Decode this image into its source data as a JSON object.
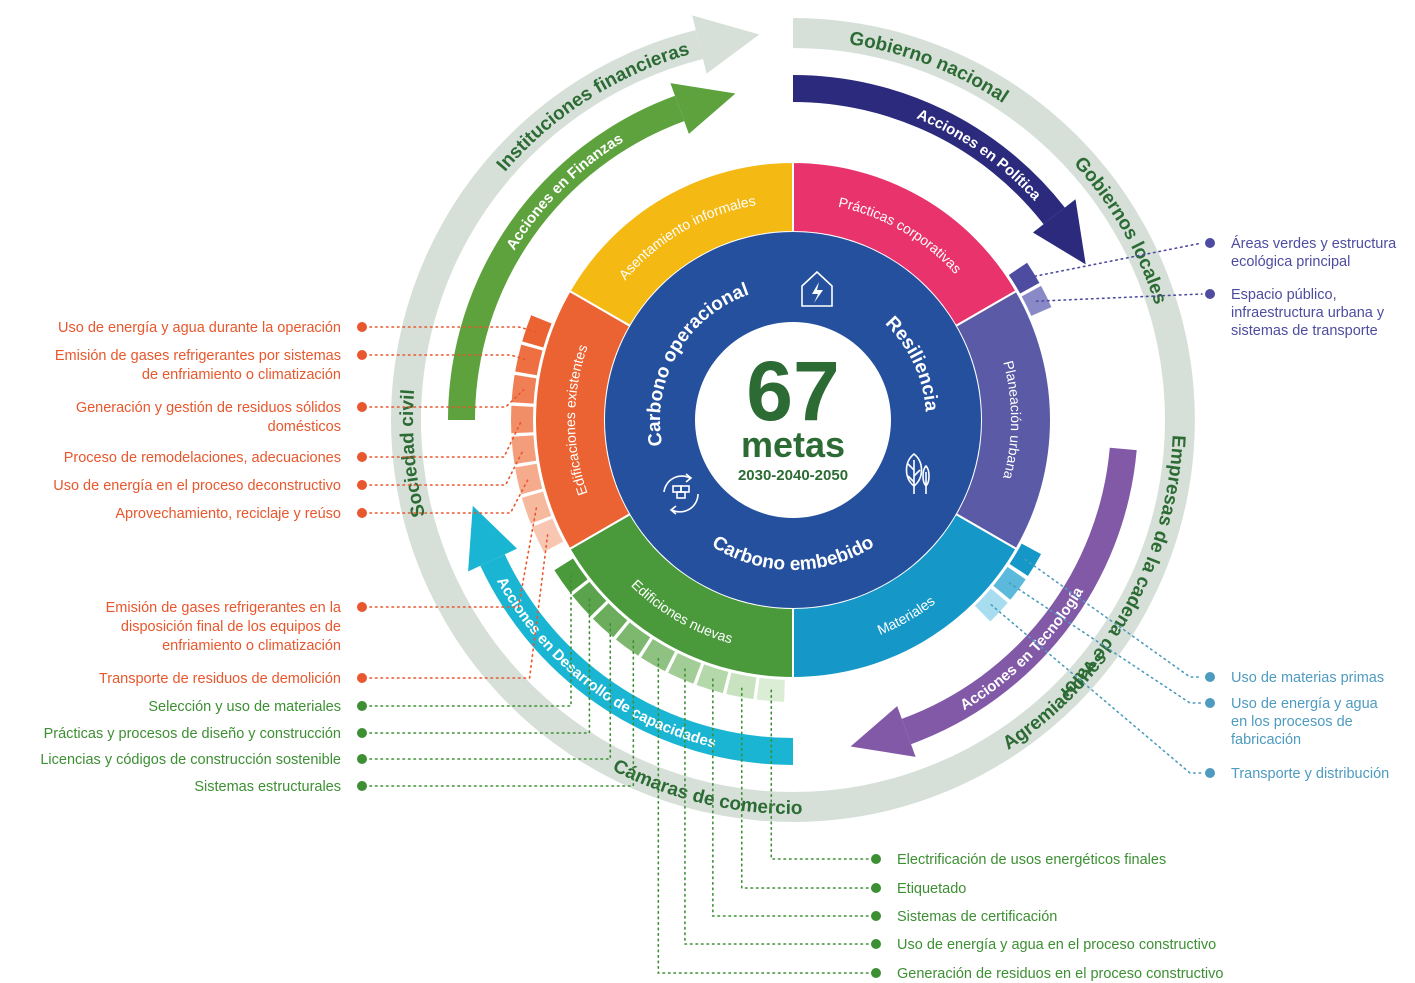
{
  "center": {
    "number": "67",
    "label": "metas",
    "years": "2030-2040-2050"
  },
  "core": {
    "operational": "Carbono operacional",
    "resilience": "Resiliencia",
    "embodied": "Carbono embebido"
  },
  "sectors": [
    {
      "key": "asentamiento",
      "label": "Asentamiento   informales",
      "color": "#f5b914"
    },
    {
      "key": "practicas",
      "label": "Prácticas corporativas",
      "color": "#e8336d"
    },
    {
      "key": "planeacion",
      "label": "Planeación urbana",
      "color": "#5b5aa6"
    },
    {
      "key": "materiales",
      "label": "Materiales",
      "color": "#1598c8"
    },
    {
      "key": "nuevas",
      "label": "Edificiones nuevas",
      "color": "#4a9a3c"
    },
    {
      "key": "existentes",
      "label": "Edificaciones existentes",
      "color": "#ec6333"
    }
  ],
  "actions": {
    "finanzas": {
      "label": "Acciones en Finanzas",
      "color": "#5da23c"
    },
    "politica": {
      "label": "Acciones en Política",
      "color": "#2b2a7c"
    },
    "tecnologia": {
      "label": "Acciones en Tecnología",
      "color": "#8159a7"
    },
    "capacidades": {
      "label": "Acciones en Desarrollo de capacidades",
      "color": "#1ab5d2"
    }
  },
  "actors": {
    "instituciones": "Instituciones financieras",
    "gobierno_nacional": "Gobierno nacional",
    "gobiernos_locales": "Gobiernos locales",
    "empresas": "Empresas de la cadena de valor",
    "agremiaciones": "Agremiaciones",
    "camaras": "Cámaras de comercio",
    "sociedad": "Sociedad civil"
  },
  "targets_orange": [
    "Uso de energía y agua durante la operación",
    "Emisión de gases refrigerantes por sistemas|de enfriamiento o climatización",
    "Generación y gestión de residuos sólidos|domésticos",
    "Proceso de remodelaciones, adecuaciones",
    "Uso de energía en el proceso deconstructivo",
    "Aprovechamiento, reciclaje y reúso",
    "Emisión de gases refrigerantes en la|disposición final de los equipos de|enfriamiento o climatización",
    "Transporte de residuos de demolición"
  ],
  "targets_green_left": [
    "Selección y uso de materiales",
    "Prácticas y procesos de diseño y construcción",
    "Licencias y códigos de construcción sostenible",
    "Sistemas estructurales"
  ],
  "targets_green_bottom": [
    "Electrificación de usos energéticos finales",
    "Etiquetado",
    "Sistemas de certificación",
    "Uso de energía y agua en el proceso constructivo",
    "Generación de residuos en el proceso constructivo"
  ],
  "targets_purple": [
    "Áreas verdes y estructura|ecológica principal",
    "Espacio público,|infraestructura urbana y|sistemas de transporte"
  ],
  "targets_blue": [
    "Uso de materias primas",
    "Uso de energía y agua|en los procesos de|fabricación",
    "Transporte y distribución"
  ],
  "colors": {
    "core_blue": "#25509e",
    "dark_green": "#2c6b34",
    "orange_text": "#e8572d",
    "green_text": "#3d8f33",
    "purple_text": "#4e4ca0",
    "blue_text": "#4e9bc0",
    "outer_ring": "#d6e0d8"
  },
  "icons": [
    "house-lightning-icon",
    "tree-icon",
    "recycle-blocks-icon"
  ]
}
